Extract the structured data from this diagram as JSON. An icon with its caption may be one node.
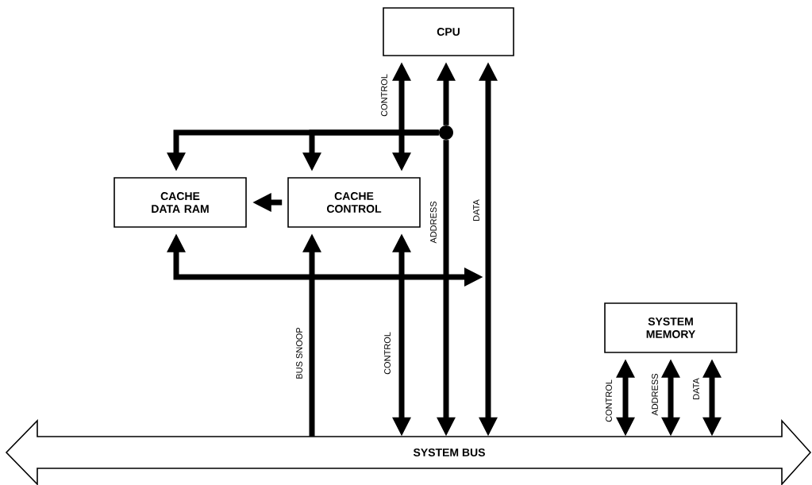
{
  "diagram": {
    "nodes": [
      {
        "text": [
          "CPU"
        ]
      },
      {
        "text": [
          "CACHE DATA RAM"
        ]
      },
      {
        "text": [
          "CACHE CONTROL"
        ]
      },
      {
        "text": [
          "SYSTEM MEMORY"
        ]
      },
      {
        "text": [
          "SYSTEM BUS"
        ]
      },
      {
        "text": [],
        "shape": "circle"
      }
    ],
    "edges": [
      {
        "from": 0,
        "to": 2,
        "arrow": "both",
        "label": "CONTROL"
      },
      {
        "from": 5,
        "to": 0,
        "arrow": "to"
      },
      {
        "from": 5,
        "to": 4,
        "arrow": "to",
        "label": "ADDRESS"
      },
      {
        "from": 0,
        "to": 4,
        "arrow": "both",
        "label": "DATA"
      },
      {
        "from": 5,
        "to": 1,
        "arrow": "to"
      },
      {
        "from": 5,
        "to": 2,
        "arrow": "to"
      },
      {
        "from": 2,
        "to": 1,
        "arrow": "to"
      },
      {
        "from": 1,
        "to": null,
        "arrow": "both"
      },
      {
        "from": 4,
        "to": 2,
        "arrow": "to",
        "label": "BUS SNOOP"
      },
      {
        "from": 2,
        "to": 4,
        "arrow": "both",
        "label": "CONTROL"
      },
      {
        "from": 3,
        "to": 4,
        "arrow": "both",
        "label": "CONTROL"
      },
      {
        "from": 3,
        "to": 4,
        "arrow": "both",
        "label": "ADDRESS"
      },
      {
        "from": 3,
        "to": 4,
        "arrow": "both",
        "label": "DATA"
      }
    ]
  }
}
